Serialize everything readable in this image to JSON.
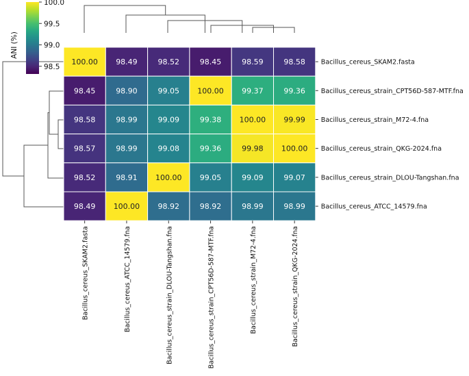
{
  "chart_data": {
    "type": "heatmap",
    "title": "",
    "colorbar": {
      "label": "ANI (%)",
      "range": [
        98.32,
        100.0
      ],
      "ticks": [
        100.0,
        99.5,
        99.0,
        98.5
      ],
      "tick_labels": [
        "100.0",
        "99.5",
        "99.0",
        "98.5"
      ],
      "colormap": "viridis"
    },
    "rows": [
      "Bacillus_cereus_SKAM2.fasta",
      "Bacillus_cereus_strain_CPT56D-587-MTF.fna",
      "Bacillus_cereus_strain_M72-4.fna",
      "Bacillus_cereus_strain_QKG-2024.fna",
      "Bacillus_cereus_strain_DLOU-Tangshan.fna",
      "Bacillus_cereus_ATCC_14579.fna"
    ],
    "columns": [
      "Bacillus_cereus_SKAM2.fasta",
      "Bacillus_cereus_ATCC_14579.fna",
      "Bacillus_cereus_strain_DLOU-Tangshan.fna",
      "Bacillus_cereus_strain_CPT56D-587-MTF.fna",
      "Bacillus_cereus_strain_M72-4.fna",
      "Bacillus_cereus_strain_QKG-2024.fna"
    ],
    "values": [
      [
        100.0,
        98.49,
        98.52,
        98.45,
        98.59,
        98.58
      ],
      [
        98.45,
        98.9,
        99.05,
        100.0,
        99.37,
        99.36
      ],
      [
        98.58,
        98.99,
        99.09,
        99.38,
        100.0,
        99.99
      ],
      [
        98.57,
        98.99,
        99.08,
        99.36,
        99.98,
        100.0
      ],
      [
        98.52,
        98.91,
        100.0,
        99.05,
        99.09,
        99.07
      ],
      [
        98.49,
        100.0,
        98.92,
        98.92,
        98.99,
        98.99
      ]
    ],
    "cell_labels": [
      [
        "100.00",
        "98.49",
        "98.52",
        "98.45",
        "98.59",
        "98.58"
      ],
      [
        "98.45",
        "98.90",
        "99.05",
        "100.00",
        "99.37",
        "99.36"
      ],
      [
        "98.58",
        "98.99",
        "99.09",
        "99.38",
        "100.00",
        "99.99"
      ],
      [
        "98.57",
        "98.99",
        "99.08",
        "99.36",
        "99.98",
        "100.00"
      ],
      [
        "98.52",
        "98.91",
        "100.00",
        "99.05",
        "99.09",
        "99.07"
      ],
      [
        "98.49",
        "100.00",
        "98.92",
        "98.92",
        "98.99",
        "98.99"
      ]
    ],
    "dendrograms": {
      "rows": true,
      "columns": true
    }
  }
}
